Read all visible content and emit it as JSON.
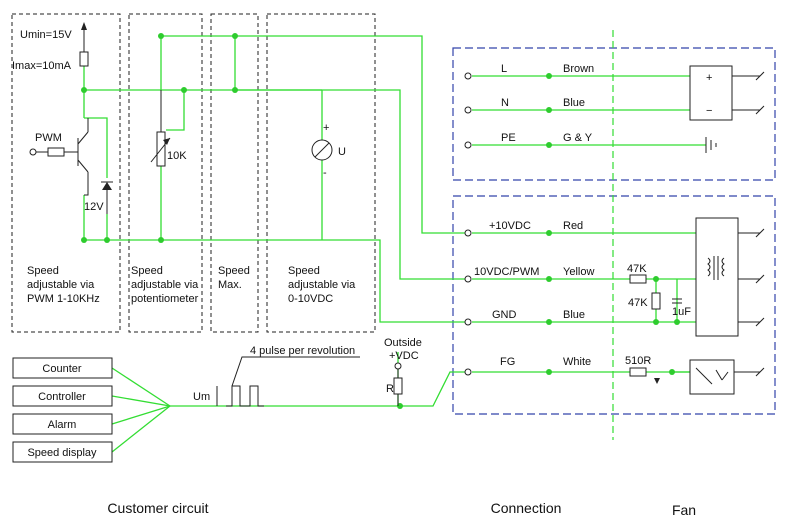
{
  "customer": {
    "umin": "Umin=15V",
    "imax": "Imax=10mA",
    "pwm": "PWM",
    "zener": "12V",
    "pot": "10K",
    "meter_plus": "+",
    "meter_minus": "-",
    "meter_u": "U",
    "blocks": [
      [
        "Speed",
        "adjustable via",
        "PWM 1-10KHz"
      ],
      [
        "Speed",
        "adjustable via",
        "potentiometer"
      ],
      [
        "Speed",
        "Max."
      ],
      [
        "Speed",
        "adjustable via",
        "0-10VDC"
      ]
    ],
    "outside_line1": "Outside",
    "outside_line2": "+VDC",
    "resistor_r": "R",
    "um": "Um",
    "pulse_note": "4 pulse per revolution",
    "devices": [
      "Counter",
      "Controller",
      "Alarm",
      "Speed display"
    ]
  },
  "connection": {
    "power_rows": [
      {
        "pin": "L",
        "wire": "Brown"
      },
      {
        "pin": "N",
        "wire": "Blue"
      },
      {
        "pin": "PE",
        "wire": "G & Y"
      }
    ],
    "control_rows": [
      {
        "pin": "+10VDC",
        "wire": "Red"
      },
      {
        "pin": "10VDC/PWM",
        "wire": "Yellow"
      },
      {
        "pin": "GND",
        "wire": "Blue"
      },
      {
        "pin": "FG",
        "wire": "White"
      }
    ],
    "r47k_a": "47K",
    "r47k_b": "47K",
    "cap": "1uF",
    "r510": "510R"
  },
  "fan": {
    "plus": "+",
    "minus": "−"
  },
  "footer": {
    "customer": "Customer circuit",
    "connection": "Connection",
    "fan": "Fan"
  }
}
